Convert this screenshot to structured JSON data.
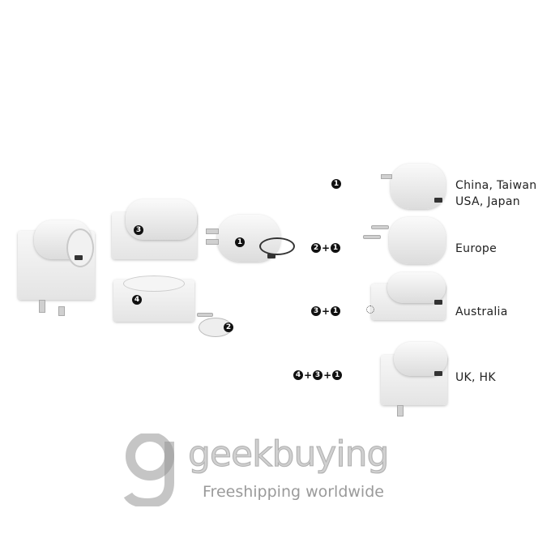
{
  "parts": {
    "plug_1": "1",
    "euro_pins_2": "2",
    "sleeve_3": "3",
    "uk_base_4": "4"
  },
  "configurations": [
    {
      "combo": [
        "1"
      ],
      "regions": [
        "China, Taiwan",
        "USA, Japan"
      ]
    },
    {
      "combo": [
        "2",
        "1"
      ],
      "regions": [
        "Europe"
      ]
    },
    {
      "combo": [
        "3",
        "1"
      ],
      "regions": [
        "Australia"
      ]
    },
    {
      "combo": [
        "4",
        "3",
        "1"
      ],
      "regions": [
        "UK, HK"
      ]
    }
  ],
  "plus_sign": "+",
  "watermark": {
    "brand": "geekbuying",
    "tagline": "Freeshipping worldwide"
  },
  "colors": {
    "background": "#ffffff",
    "badge": "#111111",
    "product": "#eeeeee"
  }
}
